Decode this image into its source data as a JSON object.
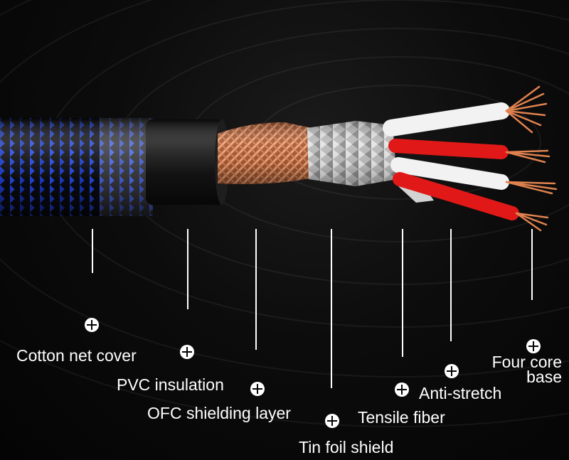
{
  "diagram": {
    "layers": [
      {
        "id": "cotton",
        "label": "Cotton net cover"
      },
      {
        "id": "pvc",
        "label": "PVC insulation"
      },
      {
        "id": "ofc",
        "label": "OFC shielding layer"
      },
      {
        "id": "tin",
        "label": "Tin foil shield"
      },
      {
        "id": "tensile",
        "label": "Tensile fiber"
      },
      {
        "id": "anti",
        "label": "Anti-stretch"
      },
      {
        "id": "four",
        "label_line1": "Four core",
        "label_line2": "base"
      }
    ]
  },
  "colors": {
    "background": "#050505",
    "braid_blue": "#1b3cc8",
    "pvc_black": "#141414",
    "copper": "#d9855a",
    "foil": "#c8c8c8",
    "core_red": "#e01818",
    "core_white": "#f2f2f2",
    "text": "#ffffff"
  }
}
